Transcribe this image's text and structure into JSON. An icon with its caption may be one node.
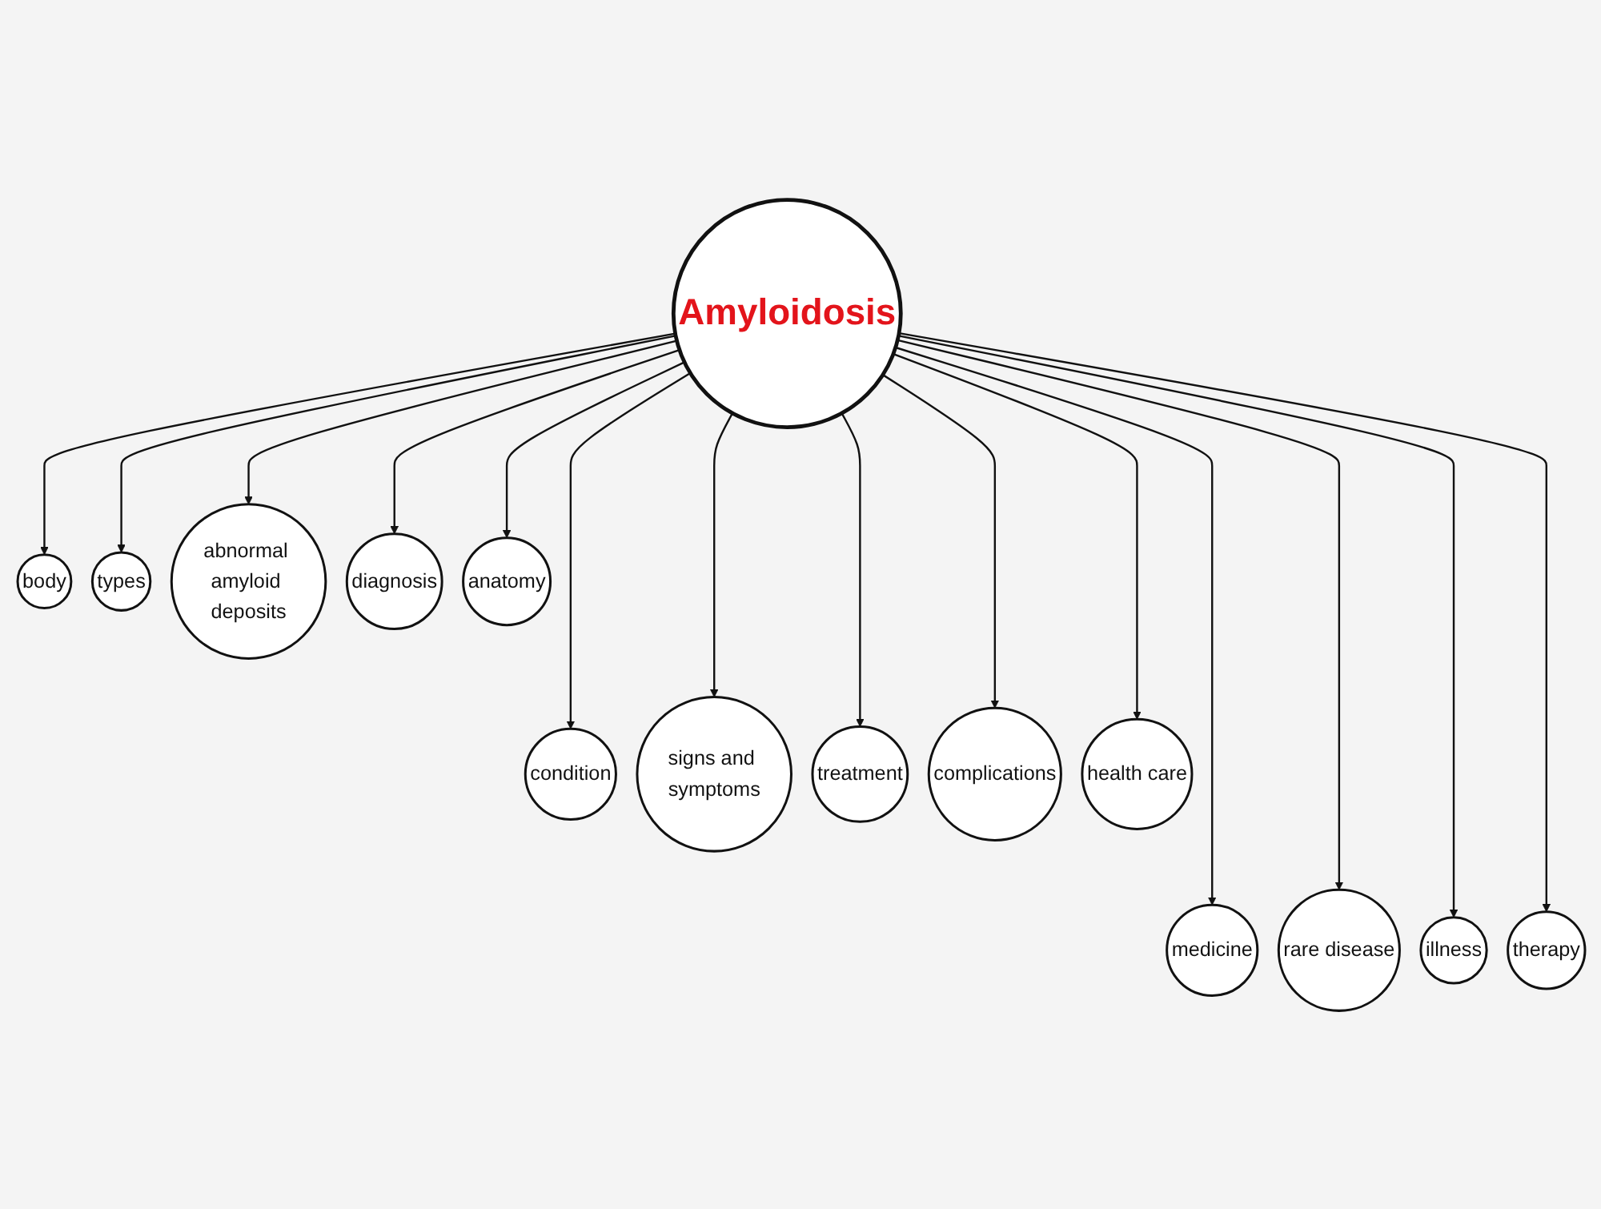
{
  "diagram": {
    "nodes": [
      {
        "text": [
          "Amyloidosis"
        ]
      },
      {
        "text": [
          "body"
        ]
      },
      {
        "text": [
          "condition"
        ]
      },
      {
        "text": [
          "medicine"
        ]
      },
      {
        "text": [
          "types"
        ]
      },
      {
        "text": [
          "signs and symptoms"
        ]
      },
      {
        "text": [
          "rare disease"
        ]
      },
      {
        "text": [
          "abnormal amyloid deposits"
        ]
      },
      {
        "text": [
          "treatment"
        ]
      },
      {
        "text": [
          "illness"
        ]
      },
      {
        "text": [
          "diagnosis"
        ]
      },
      {
        "text": [
          "complications"
        ]
      },
      {
        "text": [
          "therapy"
        ]
      },
      {
        "text": [
          "anatomy"
        ]
      },
      {
        "text": [
          "health care"
        ]
      }
    ],
    "edges": [
      {
        "from": 0,
        "to": 1,
        "arrow": "to"
      },
      {
        "from": 0,
        "to": 2,
        "arrow": "to"
      },
      {
        "from": 0,
        "to": 3,
        "arrow": "to"
      },
      {
        "from": 0,
        "to": 4,
        "arrow": "to"
      },
      {
        "from": 0,
        "to": 5,
        "arrow": "to"
      },
      {
        "from": 0,
        "to": 6,
        "arrow": "to"
      },
      {
        "from": 0,
        "to": 7,
        "arrow": "to"
      },
      {
        "from": 0,
        "to": 8,
        "arrow": "to"
      },
      {
        "from": 0,
        "to": 9,
        "arrow": "to"
      },
      {
        "from": 0,
        "to": 10,
        "arrow": "to"
      },
      {
        "from": 0,
        "to": 11,
        "arrow": "to"
      },
      {
        "from": 0,
        "to": 12,
        "arrow": "to"
      },
      {
        "from": 0,
        "to": 13,
        "arrow": "to"
      },
      {
        "from": 0,
        "to": 14,
        "arrow": "to"
      }
    ]
  }
}
